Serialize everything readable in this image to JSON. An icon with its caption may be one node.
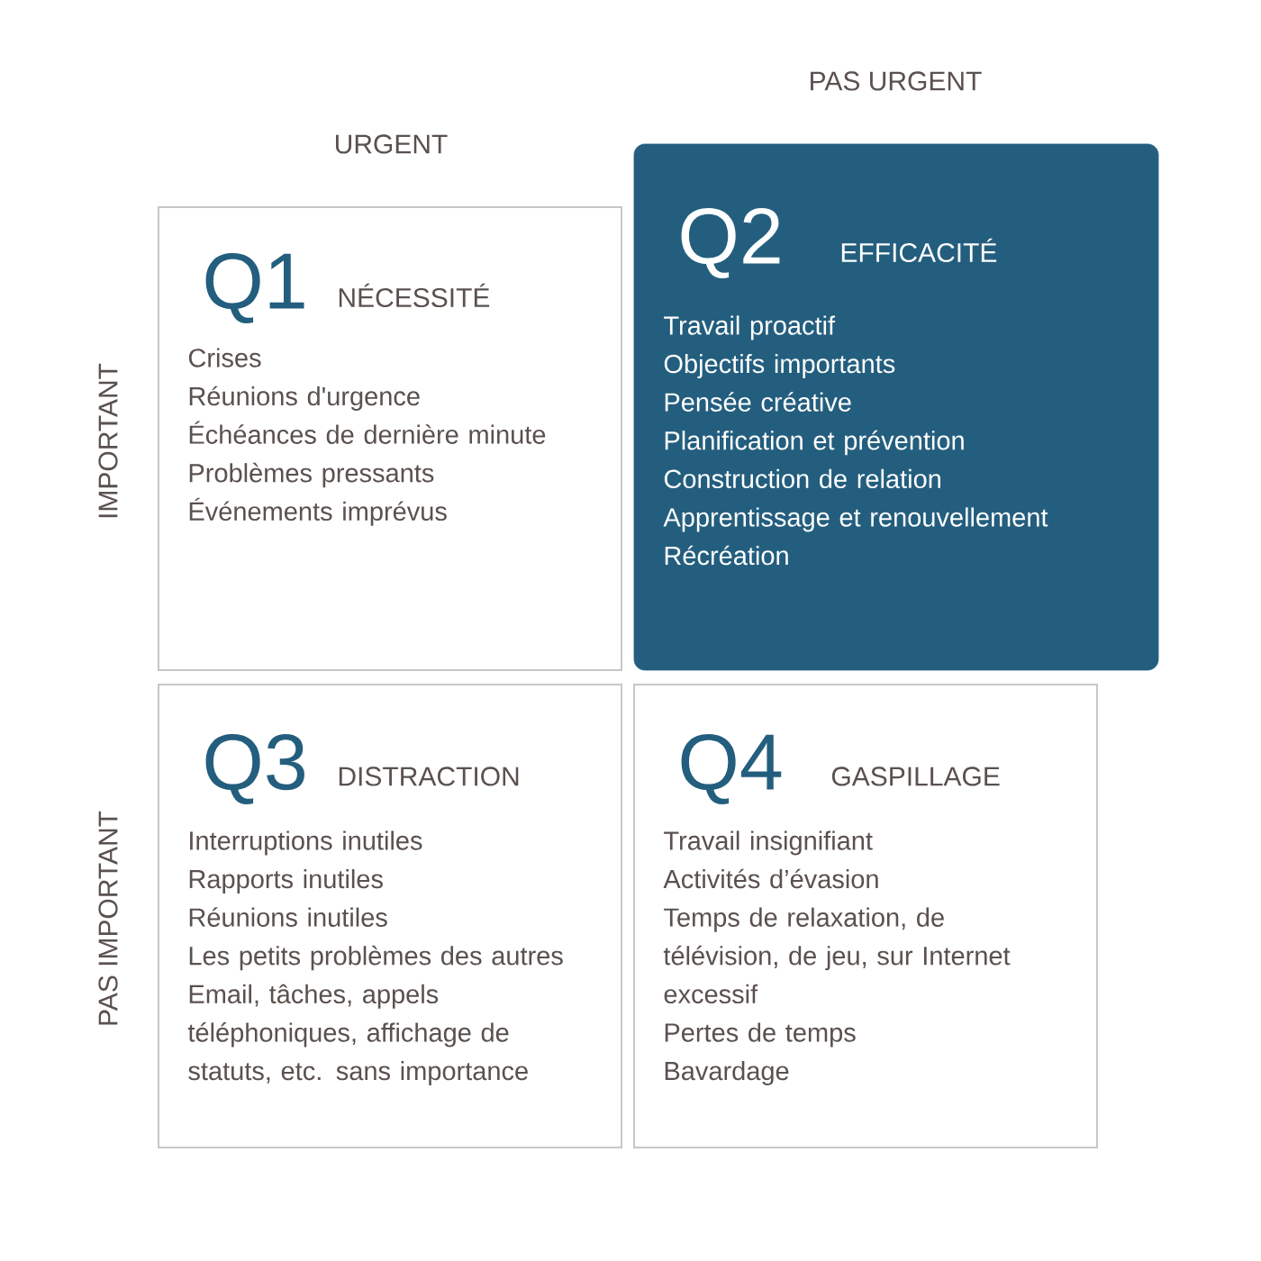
{
  "diagram": {
    "nodes": [
      {
        "text": [
          "Q1",
          "NÉCESSITÉ",
          "Crises",
          "Réunions d'urgence",
          "Échéances de dernière minute",
          "Problèmes pressants",
          "Événements imprévus"
        ]
      },
      {
        "text": [
          "Q2",
          "EFFICACITÉ",
          "Travail proactif",
          "Objectifs importants",
          "Pensée créative",
          "Planification et prévention",
          "Construction de relation",
          "Apprentissage et renouvellement",
          "Récréation"
        ]
      },
      {
        "text": [
          "Q3",
          "DISTRACTION",
          "Interruptions inutiles",
          "Rapports inutiles",
          "Réunions inutiles",
          "Les petits problèmes des autres",
          "Email, tâches, appels téléphoniques, affichage de statuts, etc. sans importance"
        ]
      },
      {
        "text": [
          "Q4",
          "GASPILLAGE",
          "Travail insignifiant",
          "Activités d’évasion",
          "Temps de relaxation, de télévision, de jeu, sur Internet excessif",
          "Pertes de temps",
          "Bavardage"
        ]
      }
    ],
    "labels": [
      "PAS URGENT",
      "URGENT",
      "IMPORTANT",
      "PAS IMPORTANT"
    ]
  }
}
